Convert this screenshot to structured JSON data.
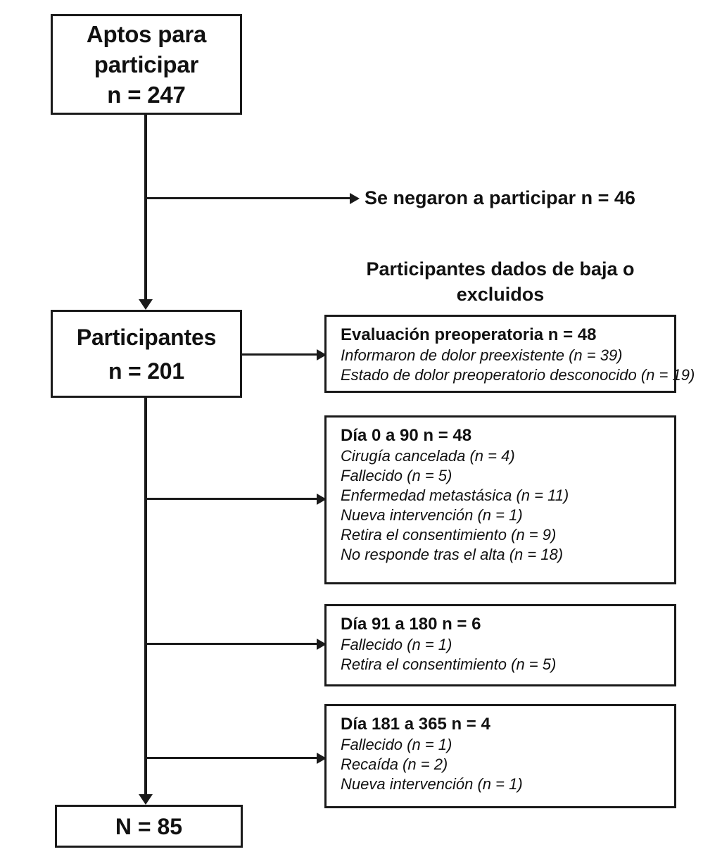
{
  "diagram": {
    "type": "flowchart",
    "title": "Diagrama de flujo de participantes",
    "language": "es",
    "colors": {
      "stroke": "#1a1a1a",
      "background": "#ffffff",
      "text": "#111111"
    },
    "main_nodes": [
      {
        "id": "eligible",
        "lines": [
          "Aptos para",
          "participar",
          "n = 247"
        ],
        "n": 247
      },
      {
        "id": "participants",
        "lines": [
          "Participantes",
          "n = 201"
        ],
        "n": 201
      },
      {
        "id": "final",
        "lines": [
          "N = 85"
        ],
        "n": 85
      }
    ],
    "refused_label": "Se negaron a participar n = 46",
    "refused_n": 46,
    "excluded_header": "Participantes dados de baja o excluidos",
    "exclusion_boxes": [
      {
        "id": "preop",
        "title": "Evaluación preoperatoria n = 48",
        "n": 48,
        "items": [
          "Informaron de dolor preexistente (n = 39)",
          "Estado de dolor preoperatorio desconocido (n = 19)"
        ]
      },
      {
        "id": "day-0-90",
        "title": "Día 0 a 90 n = 48",
        "n": 48,
        "items": [
          "Cirugía cancelada (n = 4)",
          "Fallecido (n = 5)",
          "Enfermedad metastásica (n = 11)",
          "Nueva intervención (n = 1)",
          "Retira el consentimiento (n = 9)",
          "No responde tras el alta (n = 18)"
        ]
      },
      {
        "id": "day-91-180",
        "title": "Día 91 a 180 n = 6",
        "n": 6,
        "items": [
          "Fallecido (n = 1)",
          "Retira el consentimiento (n = 5)"
        ]
      },
      {
        "id": "day-181-365",
        "title": "Día 181 a 365 n = 4",
        "n": 4,
        "items": [
          "Fallecido (n = 1)",
          "Recaída (n = 2)",
          "Nueva intervención (n = 1)"
        ]
      }
    ]
  }
}
